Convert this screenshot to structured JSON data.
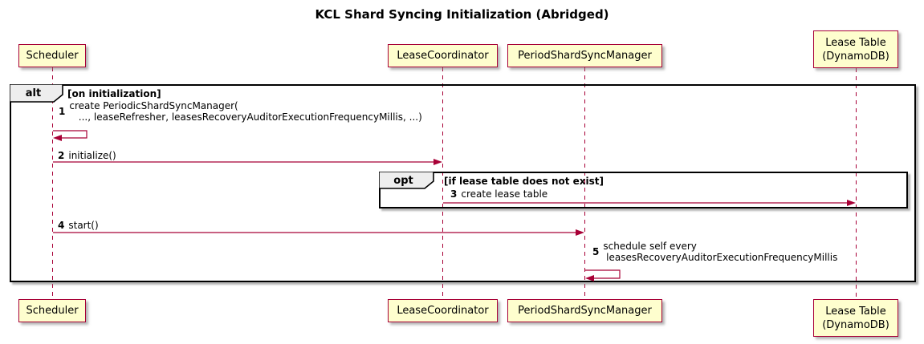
{
  "title": "KCL Shard Syncing Initialization (Abridged)",
  "participants": [
    {
      "label": "Scheduler"
    },
    {
      "label": "LeaseCoordinator"
    },
    {
      "label": "PeriodShardSyncManager"
    },
    {
      "label": "Lease Table\n(DynamoDB)"
    }
  ],
  "frames": {
    "alt": {
      "keyword": "alt",
      "condition": "[on initialization]"
    },
    "opt": {
      "keyword": "opt",
      "condition": "[if lease table does not exist]"
    }
  },
  "messages": [
    {
      "num": "1",
      "text": "create PeriodicShardSyncManager(\n   ..., leaseRefresher, leasesRecoveryAuditorExecutionFrequencyMillis, ...)"
    },
    {
      "num": "2",
      "text": "initialize()"
    },
    {
      "num": "3",
      "text": "create lease table"
    },
    {
      "num": "4",
      "text": "start()"
    },
    {
      "num": "5",
      "text": "schedule self every\n leasesRecoveryAuditorExecutionFrequencyMillis"
    }
  ],
  "colors": {
    "participant_fill": "#FEFECE",
    "participant_border": "#A80036",
    "arrow": "#A80036",
    "lifeline": "#A80036",
    "frame_border": "#000000",
    "frame_header_fill": "#EEEEEE"
  }
}
